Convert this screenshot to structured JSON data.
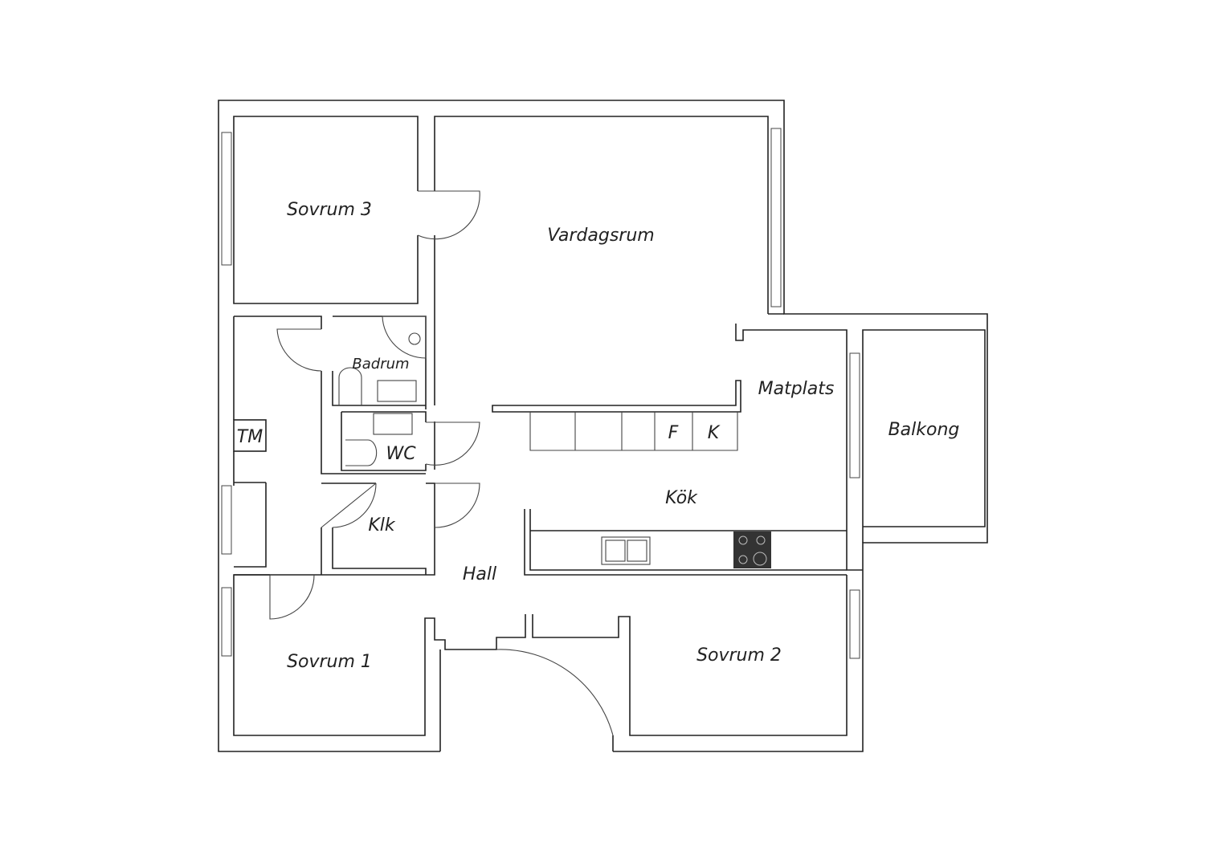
{
  "rooms": {
    "sovrum3": "Sovrum 3",
    "vardagsrum": "Vardagsrum",
    "badrum": "Badrum",
    "matplats": "Matplats",
    "balkong": "Balkong",
    "tm": "TM",
    "wc": "WC",
    "f": "F",
    "k": "K",
    "klk": "Klk",
    "kok": "Kök",
    "hall": "Hall",
    "sovrum1": "Sovrum 1",
    "sovrum2": "Sovrum 2"
  },
  "colors": {
    "wall": "#222222",
    "stove": "#333333"
  }
}
